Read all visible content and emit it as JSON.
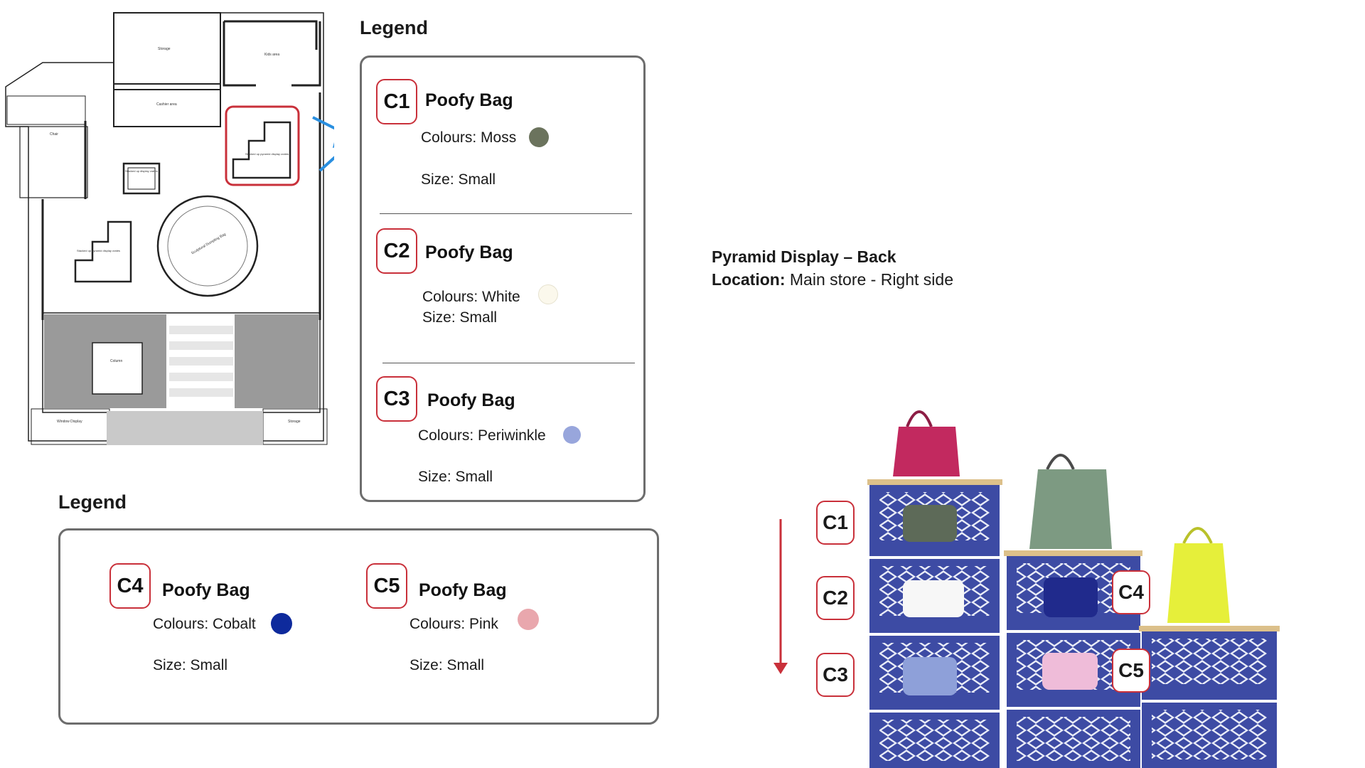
{
  "legend_top": {
    "title": "Legend",
    "entries": [
      {
        "code": "C1",
        "name": "Poofy Bag",
        "colours": "Colours: Moss",
        "size": "Size: Small",
        "swatch": "#6b735d"
      },
      {
        "code": "C2",
        "name": "Poofy Bag",
        "colours": "Colours: White",
        "size": "Size: Small",
        "swatch": "#fbf8ec"
      },
      {
        "code": "C3",
        "name": "Poofy Bag",
        "colours": "Colours: Periwinkle",
        "size": "Size: Small",
        "swatch": "#98a6dc"
      }
    ]
  },
  "legend_bottom": {
    "title": "Legend",
    "entries": [
      {
        "code": "C4",
        "name": "Poofy Bag",
        "colours": "Colours: Cobalt",
        "size": "Size: Small",
        "swatch": "#0e2a9c"
      },
      {
        "code": "C5",
        "name": "Poofy Bag",
        "colours": "Colours: Pink",
        "size": "Size: Small",
        "swatch": "#e9a7ad"
      }
    ]
  },
  "display_info": {
    "title": "Pyramid Display – Back",
    "location_label": "Location:",
    "location_value": " Main store - Right side"
  },
  "floor_plan": {
    "labels": {
      "storage": "Storage",
      "kids": "Kids area",
      "cashier": "Cashier area",
      "chair": "Chair",
      "stacked_small": "Stacked up display crates",
      "stacked_right": "Stacked up pyramid display crates",
      "stacked_left": "Stacked up pyramid display crates",
      "sculptural": "Sculptural Dumpling Bag",
      "column": "Column",
      "window_display": "Window Display",
      "storage_bottom": "Storage"
    },
    "highlight_color": "#c9303a",
    "viewpoint_color": "#2a8fe0"
  },
  "scene": {
    "labels": [
      "C1",
      "C2",
      "C3",
      "C4",
      "C5"
    ],
    "crate_color": "#3d4ba4",
    "board_color": "#dcc08a",
    "arrow_color": "#c9303a",
    "bags_top": [
      "#c2295f",
      "#7d9a82",
      "#e6ef3a"
    ],
    "bags_in_crates": [
      "#5d6a58",
      "#f7f7f7",
      "#8ea0d9",
      "#202a8c",
      "#efbcd9"
    ]
  }
}
